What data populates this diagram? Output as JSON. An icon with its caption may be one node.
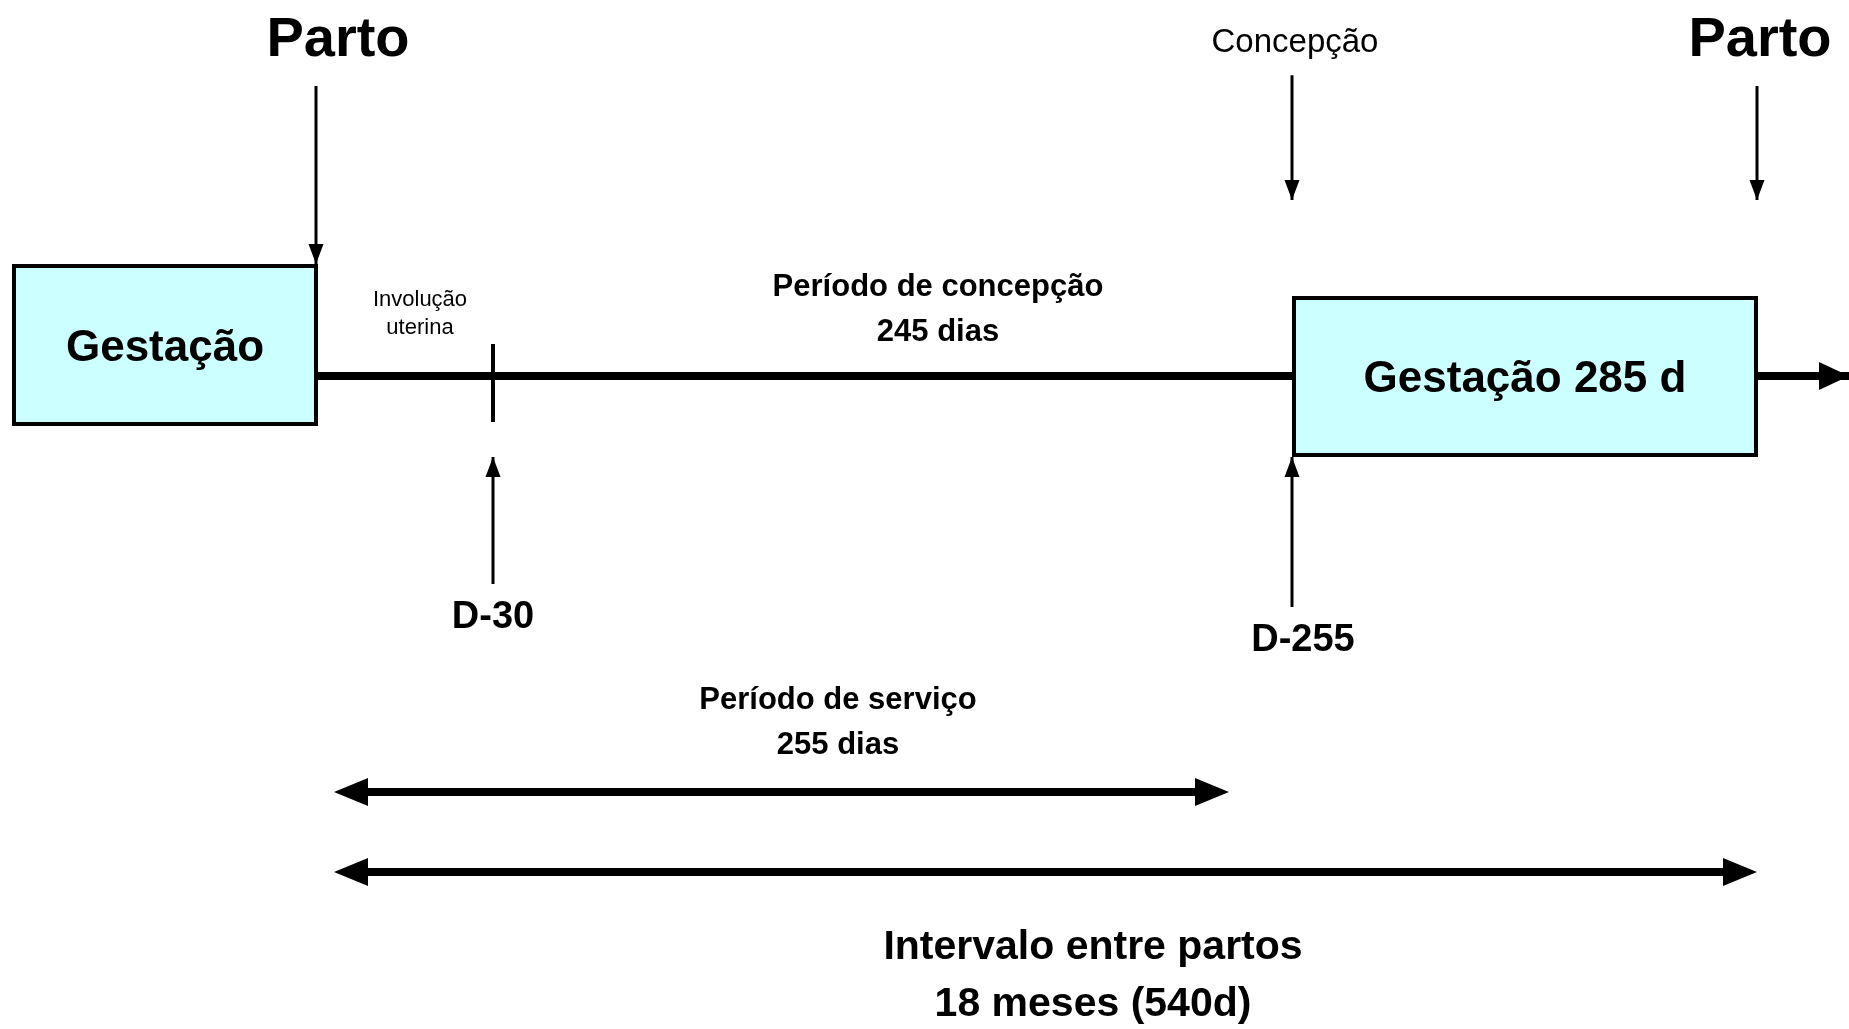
{
  "diagram": {
    "nodes": [
      {
        "text": [
          "Parto"
        ]
      },
      {
        "text": [
          "Concepção"
        ]
      },
      {
        "text": [
          "Parto"
        ]
      },
      {
        "text": [
          "Gestação"
        ]
      },
      {
        "text": [
          "Gestação 285 d"
        ]
      },
      {
        "text": [
          "D-30"
        ]
      },
      {
        "text": [
          "D-255"
        ]
      }
    ],
    "edges": [
      {
        "from": 0,
        "to": 3,
        "arrow": "to"
      },
      {
        "from": 1,
        "to": null,
        "arrow": "to"
      },
      {
        "from": 2,
        "to": null,
        "arrow": "to"
      },
      {
        "from": 3,
        "to": 4,
        "arrow": "none",
        "style": "thick"
      },
      {
        "from": 4,
        "to": null,
        "arrow": "to",
        "style": "thick"
      },
      {
        "from": 5,
        "to": null,
        "arrow": "to"
      },
      {
        "from": 6,
        "to": 4,
        "arrow": "to"
      }
    ],
    "labels": [
      "Involução uterina",
      "Período de concepção",
      "245 dias",
      "Período de serviço",
      "255 dias",
      "Intervalo entre partos",
      "18 meses (540d)"
    ]
  }
}
